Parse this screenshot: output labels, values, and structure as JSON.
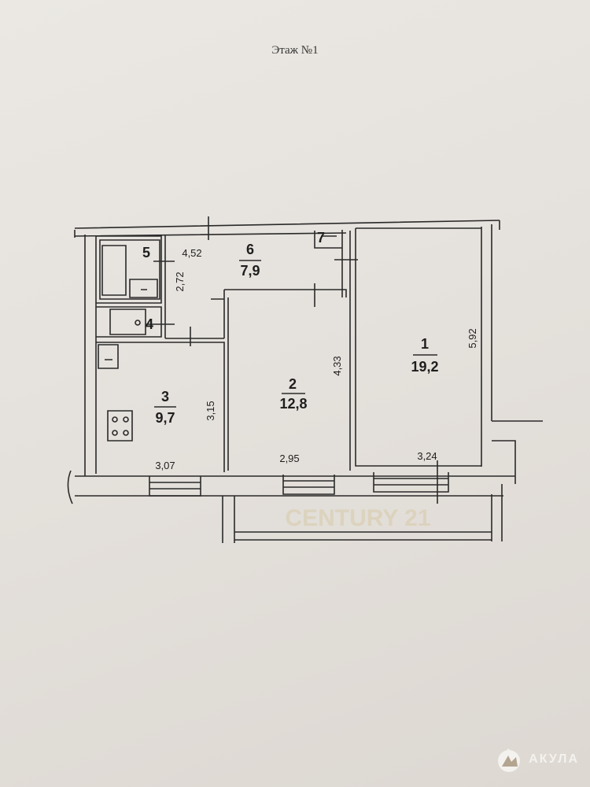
{
  "title": "Этаж №1",
  "rooms": [
    {
      "number": "1",
      "area": "19,2"
    },
    {
      "number": "2",
      "area": "12,8"
    },
    {
      "number": "3",
      "area": "9,7"
    },
    {
      "number": "4"
    },
    {
      "number": "5"
    },
    {
      "number": "6",
      "area": "7,9"
    },
    {
      "number": "7"
    }
  ],
  "dimensions": {
    "d452": "4,52",
    "d272": "2,72",
    "d592": "5,92",
    "d433": "4,33",
    "d315": "3,15",
    "d307": "3,07",
    "d295": "2,95",
    "d324": "3,24"
  },
  "watermark": "CENTURY 21",
  "logo": {
    "text": "АКУЛА"
  }
}
